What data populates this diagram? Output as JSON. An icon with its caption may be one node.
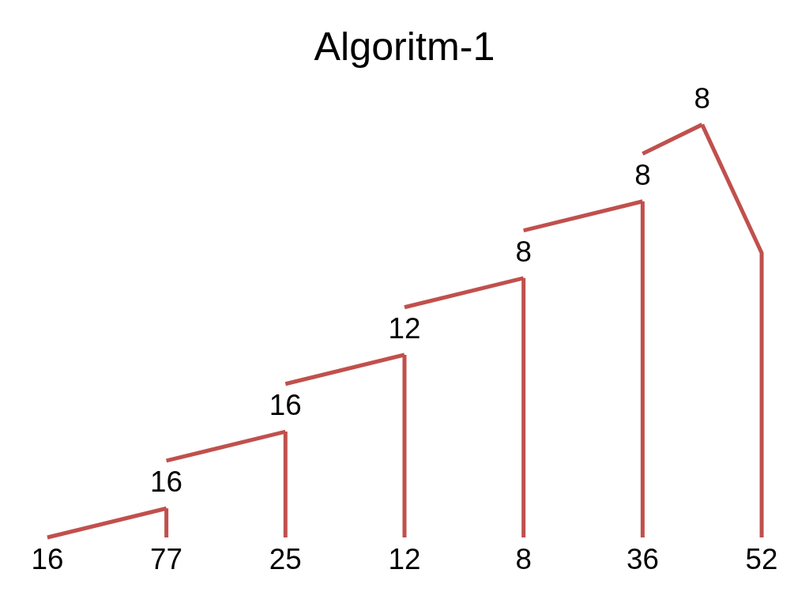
{
  "diagram": {
    "title": "Algoritm-1",
    "nodes": [
      {
        "text": [
          "8"
        ]
      },
      {
        "text": [
          "8"
        ]
      },
      {
        "text": [
          "8"
        ]
      },
      {
        "text": [
          "12"
        ]
      },
      {
        "text": [
          "16"
        ]
      },
      {
        "text": [
          "16"
        ]
      },
      {
        "text": [
          "16"
        ]
      },
      {
        "text": [
          "77"
        ]
      },
      {
        "text": [
          "25"
        ]
      },
      {
        "text": [
          "12"
        ]
      },
      {
        "text": [
          "8"
        ]
      },
      {
        "text": [
          "36"
        ]
      },
      {
        "text": [
          "52"
        ]
      }
    ],
    "edges": [
      {
        "from": 0,
        "to": 1,
        "arrow": "none"
      },
      {
        "from": 0,
        "to": 12,
        "arrow": "none"
      },
      {
        "from": 1,
        "to": 2,
        "arrow": "none"
      },
      {
        "from": 1,
        "to": 11,
        "arrow": "none"
      },
      {
        "from": 2,
        "to": 3,
        "arrow": "none"
      },
      {
        "from": 2,
        "to": 10,
        "arrow": "none"
      },
      {
        "from": 3,
        "to": 4,
        "arrow": "none"
      },
      {
        "from": 3,
        "to": 9,
        "arrow": "none"
      },
      {
        "from": 4,
        "to": 5,
        "arrow": "none"
      },
      {
        "from": 4,
        "to": 8,
        "arrow": "none"
      },
      {
        "from": 5,
        "to": 6,
        "arrow": "none"
      },
      {
        "from": 5,
        "to": 7,
        "arrow": "none"
      }
    ]
  }
}
